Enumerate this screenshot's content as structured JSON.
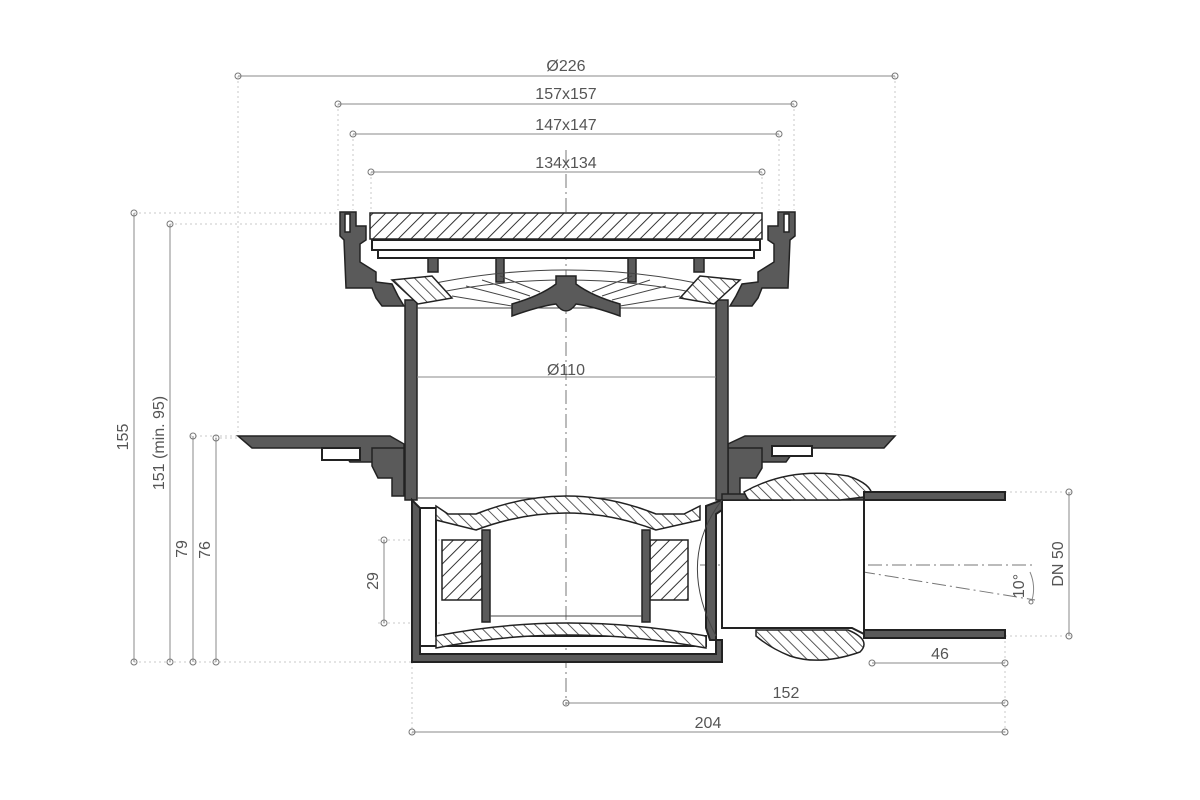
{
  "colors": {
    "background": "#ffffff",
    "line": "#222222",
    "dimension": "#555555",
    "fill_dark": "#5a5a5a"
  },
  "dimensions": {
    "outer_diameter": "Ø226",
    "frame_outer": "157x157",
    "frame_inner": "147x147",
    "grate": "134x134",
    "pipe_diameter": "Ø110",
    "total_height": "155",
    "adjustable_height": "151 (min. 95)",
    "outlet_height": "79",
    "flange_height": "76",
    "trap_seal": "29",
    "outlet_size": "DN 50",
    "slope_angle": "10°",
    "outlet_spigot": "46",
    "axis_to_outlet": "152",
    "total_length": "204"
  }
}
